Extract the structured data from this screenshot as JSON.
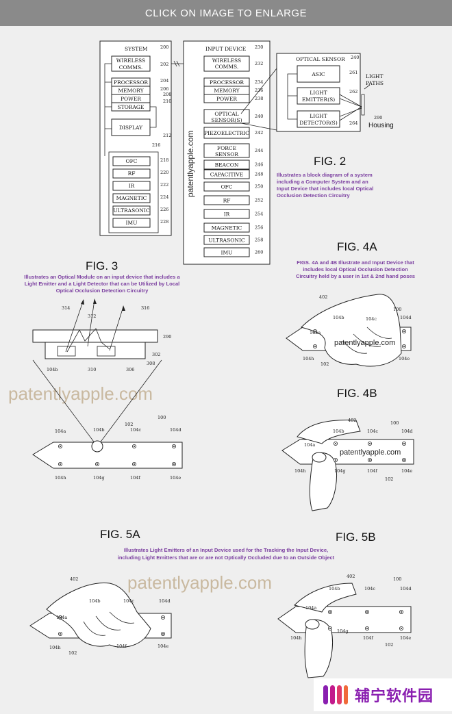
{
  "banner": {
    "text": "CLICK ON IMAGE TO ENLARGE"
  },
  "fig2": {
    "title": "FIG. 2",
    "caption": [
      "Illustrates a block diagram of a system",
      "including a Computer System and an",
      "Input Device that includes local Optical",
      "Occlusion Detection Circuitry"
    ],
    "system": {
      "title": "SYSTEM",
      "num": "200",
      "blocks": [
        {
          "label": "WIRELESS",
          "label2": "COMMS.",
          "num": "202"
        },
        {
          "label": "PROCESSOR",
          "num": "204"
        },
        {
          "label": "MEMORY",
          "num": "206"
        },
        {
          "label": "POWER",
          "num": "208"
        },
        {
          "label": "STORAGE",
          "num": "210"
        },
        {
          "label": "DISPLAY",
          "num": "212"
        }
      ],
      "sensor_group_num": "216",
      "sensors": [
        {
          "label": "OFC",
          "num": "218"
        },
        {
          "label": "RF",
          "num": "220"
        },
        {
          "label": "IR",
          "num": "222"
        },
        {
          "label": "MAGNETIC",
          "num": "224"
        },
        {
          "label": "ULTRASONIC",
          "num": "226"
        },
        {
          "label": "IMU",
          "num": "228"
        }
      ]
    },
    "input_device": {
      "title": "INPUT DEVICE",
      "num": "230",
      "watermark": "patentlyapple.com",
      "blocks": [
        {
          "label": "WIRELESS",
          "label2": "COMMS.",
          "num": "232"
        },
        {
          "label": "PROCESSOR",
          "num": "234"
        },
        {
          "label": "MEMORY",
          "num": "236"
        },
        {
          "label": "POWER",
          "num": "238"
        },
        {
          "label": "OPTICAL",
          "label2": "SENSOR(S)",
          "num": "240"
        },
        {
          "label": "PIEZOELECTRIC",
          "num": "242"
        },
        {
          "label": "FORCE",
          "label2": "SENSOR",
          "num": "244"
        },
        {
          "label": "BEACON",
          "num": "246"
        },
        {
          "label": "CAPACITIVE",
          "num": "248"
        },
        {
          "label": "OFC",
          "num": "250"
        },
        {
          "label": "RF",
          "num": "252"
        },
        {
          "label": "IR",
          "num": "254"
        },
        {
          "label": "MAGNETIC",
          "num": "256"
        },
        {
          "label": "ULTRASONIC",
          "num": "258"
        },
        {
          "label": "IMU",
          "num": "260"
        }
      ]
    },
    "optical_sensor": {
      "title": "OPTICAL SENSOR",
      "num": "240",
      "blocks": [
        {
          "label": "ASIC",
          "num": "261"
        },
        {
          "label": "LIGHT",
          "label2": "EMITTER(S)",
          "num": "262"
        },
        {
          "label": "LIGHT",
          "label2": "DETECTOR(S)",
          "num": "264"
        }
      ],
      "light_paths": "LIGHT",
      "light_paths2": "PATHS",
      "housing_num": "290",
      "housing": "Housing"
    }
  },
  "fig3": {
    "title": "FIG. 3",
    "caption": [
      "Illustrates an Optical Module on an input device that includes a",
      "Light Emitter and a Light Detector that can be Utilized by Local",
      "Optical Occlusion Detection Circuitry"
    ],
    "labels": [
      "314",
      "312",
      "316",
      "290",
      "302",
      "308",
      "104b",
      "310",
      "306",
      "100",
      "102",
      "104a",
      "104b",
      "104c",
      "104d",
      "104h",
      "104g",
      "104f",
      "104e"
    ],
    "watermark": "patentlyapple.com"
  },
  "fig4": {
    "title_a": "FIG. 4A",
    "title_b": "FIG. 4B",
    "caption": [
      "FIGS. 4A and 4B Illustrate and Input Device that",
      "includes local Optical Occlusion Detection",
      "Circuitry held by a user in 1st & 2nd hand poses"
    ],
    "watermark": "patentlyapple.com",
    "labels_a": [
      "402",
      "100",
      "104b",
      "104c",
      "104d",
      "104a",
      "104h",
      "102",
      "104e"
    ],
    "labels_b": [
      "402",
      "100",
      "104b",
      "104c",
      "104d",
      "104a",
      "104h",
      "104g",
      "104f",
      "102",
      "104e"
    ]
  },
  "fig5": {
    "title_a": "FIG. 5A",
    "title_b": "FIG. 5B",
    "caption": [
      "Illustrates Light Emitters of an Input Device used for the Tracking the Input Device,",
      "including Light Emitters that are or are not Optically Occluded due to an Outside Object"
    ],
    "watermark": "patentlyapple.com",
    "labels_a": [
      "402",
      "104b",
      "104c",
      "104d",
      "104a",
      "104e",
      "104h",
      "102",
      "104f"
    ],
    "labels_b": [
      "402",
      "100",
      "104b",
      "104c",
      "104d",
      "104a",
      "104h",
      "104g",
      "104f",
      "102",
      "104e"
    ]
  },
  "logo": {
    "text": "辅宁软件园",
    "accent": "#8a1fb0"
  }
}
